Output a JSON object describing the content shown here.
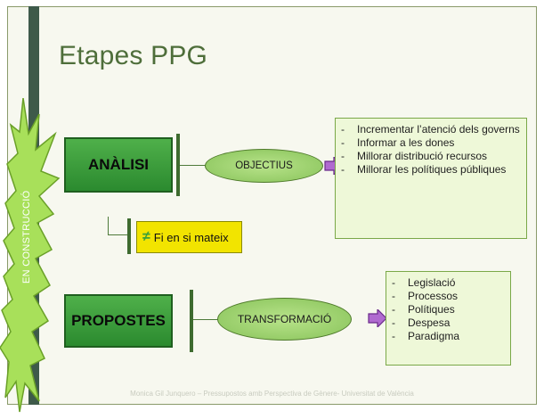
{
  "title": "Etapes PPG",
  "construction_label": "EN CONSTRUCCIÓ",
  "analisi": {
    "label": "ANÀLISI",
    "objective_label": "OBJECTIUS",
    "objective_items": [
      "Incrementar l’atenció dels governs",
      "Informar a les dones",
      "Millorar distribució recursos",
      "Millorar les polítiques públiques"
    ],
    "side_note": "Fi en si mateix"
  },
  "propostes": {
    "label": "PROPOSTES",
    "transformation_label": "TRANSFORMACIÓ",
    "transformation_items": [
      "Legislació",
      "Processos",
      "Polítiques",
      "Despesa",
      "Paradigma"
    ]
  },
  "footer": "Monica Gil Junquero – Pressupostos amb Perspectiva de Gènere- Universitat de València",
  "colors": {
    "title": "#4e6e3a",
    "box_green": "#2b8a2f",
    "ellipse_green": "#9fd36f",
    "arrow_purple": "#b06ad0",
    "highlight_yellow": "#f2e400",
    "list_bg": "#eef8d8"
  },
  "icons": {
    "neq": "not-equal-icon",
    "arrow": "right-arrow-icon",
    "badge": "starburst-icon"
  }
}
